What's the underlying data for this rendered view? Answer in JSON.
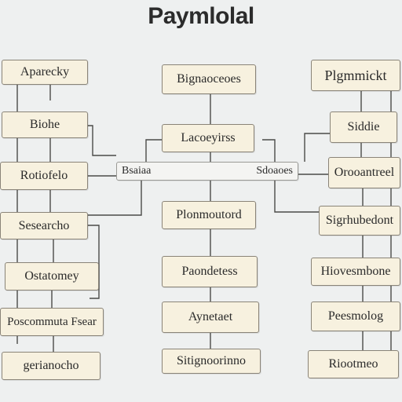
{
  "title": "Paymlolal",
  "nodes": {
    "left": [
      "Aparecky",
      "Biohe",
      "Rotiofelo",
      "Sesearcho",
      "Ostatomey",
      "Poscommuta Fsear",
      "gerianocho"
    ],
    "center": [
      "Bignaoceoes",
      "Lacoeyirss",
      "Plonmoutord",
      "Paondetess",
      "Aynetaet",
      "Sitignoorinno"
    ],
    "right": [
      "Plgmmickt",
      "Siddie",
      "Orooantreel",
      "Sigrhubedont",
      "Hiovesmbone",
      "Peesmolog",
      "Riootmeo"
    ],
    "bar": {
      "left": "Bsaiaa",
      "right": "Sdoaoes"
    }
  },
  "colors": {
    "background": "#eef0f0",
    "node_fill": "#f7f1df",
    "node_border": "#8a8478",
    "connector": "#4a4a48",
    "bar_accent": "#d7a7a7"
  }
}
